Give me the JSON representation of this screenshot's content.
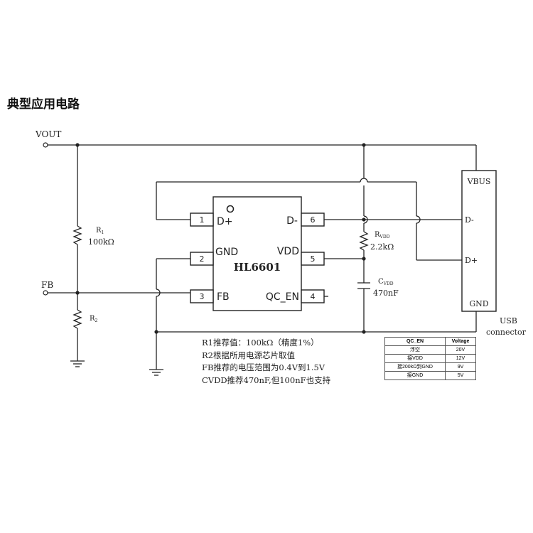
{
  "heading": "典型应用电路",
  "nets": {
    "vout": "VOUT",
    "fb": "FB"
  },
  "resistors": {
    "r1_name": "R",
    "r1_sub": "1",
    "r1_value": "100kΩ",
    "r2_name": "R",
    "r2_sub": "2",
    "rvdd_name": "R",
    "rvdd_sub": "VDD",
    "rvdd_value": "2.2kΩ"
  },
  "capacitor": {
    "name": "C",
    "sub": "VDD",
    "value": "470nF"
  },
  "chip": {
    "name": "HL6601",
    "pins": [
      {
        "num": "1",
        "label": "D+"
      },
      {
        "num": "2",
        "label": "GND"
      },
      {
        "num": "3",
        "label": "FB"
      },
      {
        "num": "6",
        "label": "D-"
      },
      {
        "num": "5",
        "label": "VDD"
      },
      {
        "num": "4",
        "label": "QC_EN"
      }
    ]
  },
  "usb": {
    "vbus": "VBUS",
    "dminus": "D-",
    "dplus": "D+",
    "gnd": "GND",
    "caption_line1": "USB",
    "caption_line2": "connector"
  },
  "notes": [
    "R1推荐值：100kΩ（精度1%）",
    "R2根据所用电源芯片取值",
    "FB推荐的电压范围为0.4V到1.5V",
    "CVDD推荐470nF,但100nF也支持"
  ],
  "qc_table": {
    "headers": [
      "QC_EN",
      "Voltage"
    ],
    "rows": [
      [
        "浮空",
        "20V"
      ],
      [
        "接VDD",
        "12V"
      ],
      [
        "接200kΩ到GND",
        "9V"
      ],
      [
        "接GND",
        "5V"
      ]
    ]
  }
}
